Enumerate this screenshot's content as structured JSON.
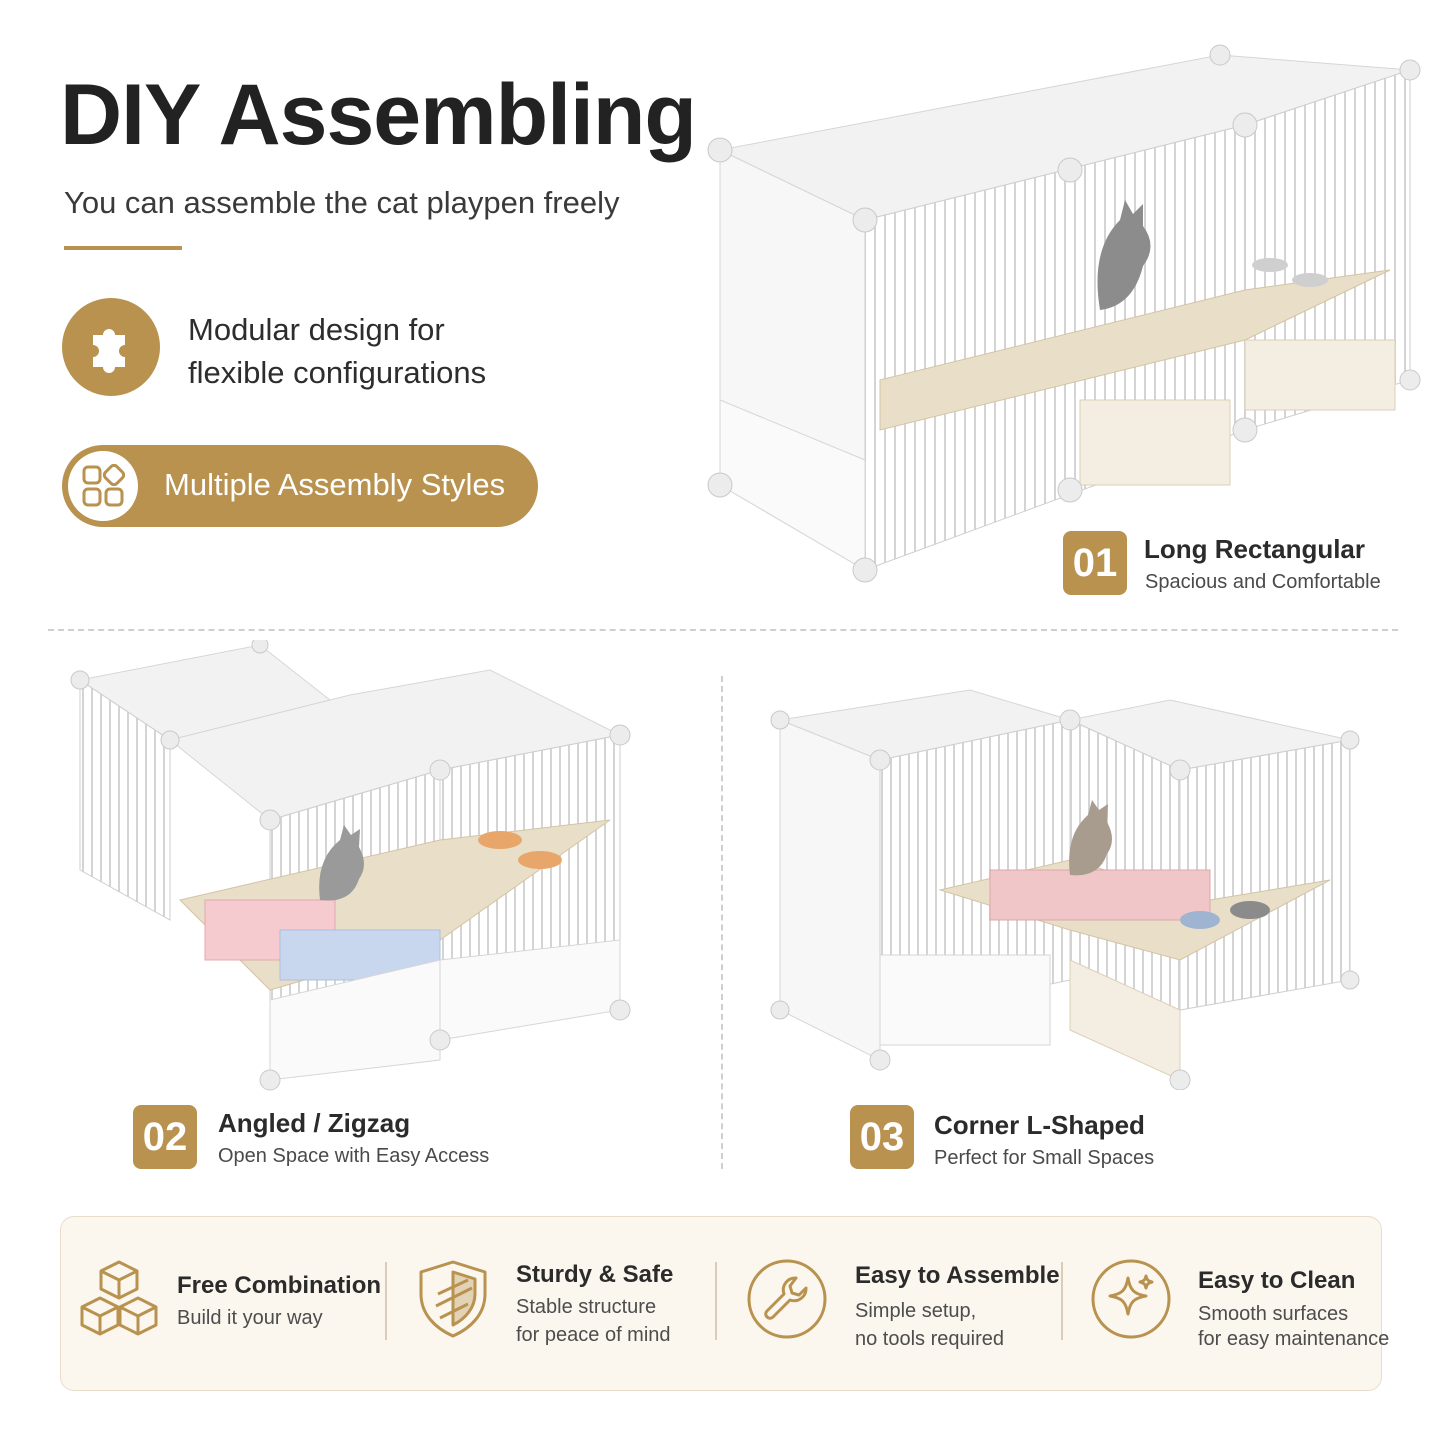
{
  "header": {
    "title": "DIY Assembling",
    "subtitle": "You can assemble the cat playpen freely"
  },
  "feature": {
    "icon": "puzzle-icon",
    "line1": "Modular design for",
    "line2": "flexible configurations"
  },
  "pill": {
    "icon": "grid-layout-icon",
    "label": "Multiple Assembly Styles"
  },
  "styles": [
    {
      "number": "01",
      "title": "Long Rectangular",
      "desc": "Spacious and Comfortable"
    },
    {
      "number": "02",
      "title": "Angled / Zigzag",
      "desc": "Open Space with Easy Access"
    },
    {
      "number": "03",
      "title": "Corner L-Shaped",
      "desc": "Perfect for Small Spaces"
    }
  ],
  "benefits": [
    {
      "icon": "cubes-icon",
      "title": "Free Combination",
      "line1": "Build it your way",
      "line2": ""
    },
    {
      "icon": "shield-icon",
      "title": "Sturdy & Safe",
      "line1": "Stable structure",
      "line2": "for peace of mind"
    },
    {
      "icon": "wrench-icon",
      "title": "Easy to Assemble",
      "line1": "Simple setup,",
      "line2": "no tools required"
    },
    {
      "icon": "sparkle-icon",
      "title": "Easy to Clean",
      "line1": "Smooth surfaces",
      "line2": "for easy maintenance"
    }
  ],
  "colors": {
    "accent": "#b8924e",
    "text": "#2b2b2b",
    "panel_bg": "#fbf6ee"
  }
}
